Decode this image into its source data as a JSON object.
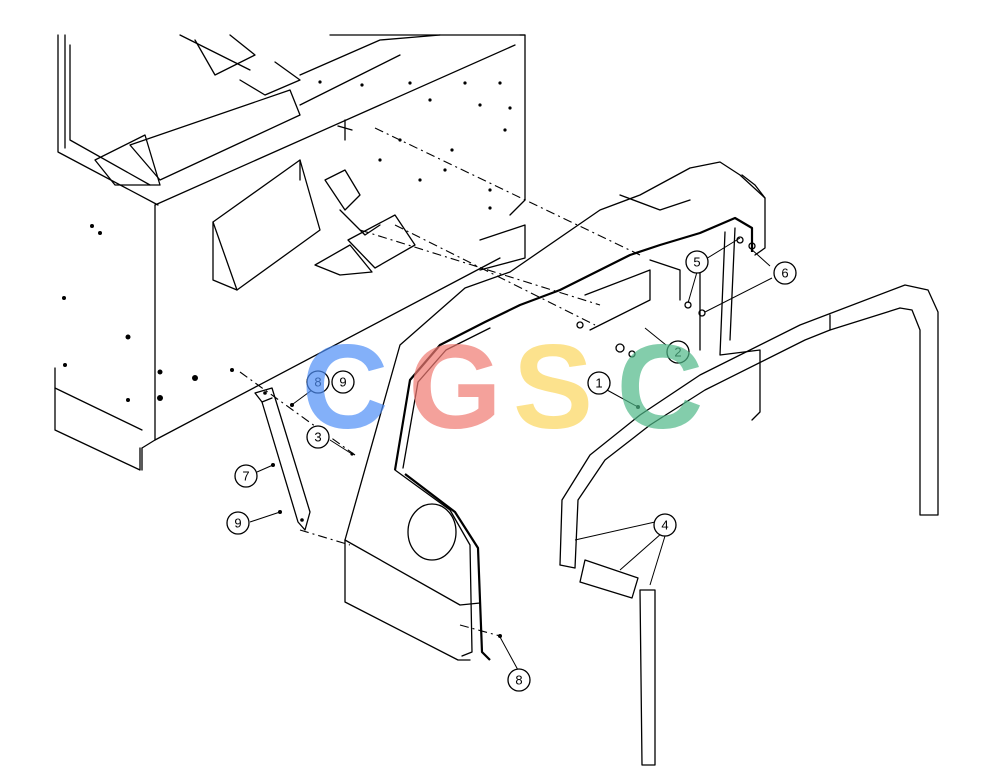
{
  "diagram": {
    "callouts": [
      {
        "id": "c1",
        "label": "1"
      },
      {
        "id": "c2",
        "label": "2"
      },
      {
        "id": "c3",
        "label": "3"
      },
      {
        "id": "c4",
        "label": "4"
      },
      {
        "id": "c5",
        "label": "5"
      },
      {
        "id": "c6",
        "label": "6"
      },
      {
        "id": "c7",
        "label": "7"
      },
      {
        "id": "c8a",
        "label": "8"
      },
      {
        "id": "c9a",
        "label": "9"
      },
      {
        "id": "c9b",
        "label": "9"
      },
      {
        "id": "c8b",
        "label": "8"
      }
    ]
  },
  "watermark": {
    "letters": [
      "C",
      "G",
      "S",
      "C"
    ],
    "colors": [
      "#4f8ff7",
      "#f07a72",
      "#fcd75e",
      "#4fb888"
    ]
  }
}
